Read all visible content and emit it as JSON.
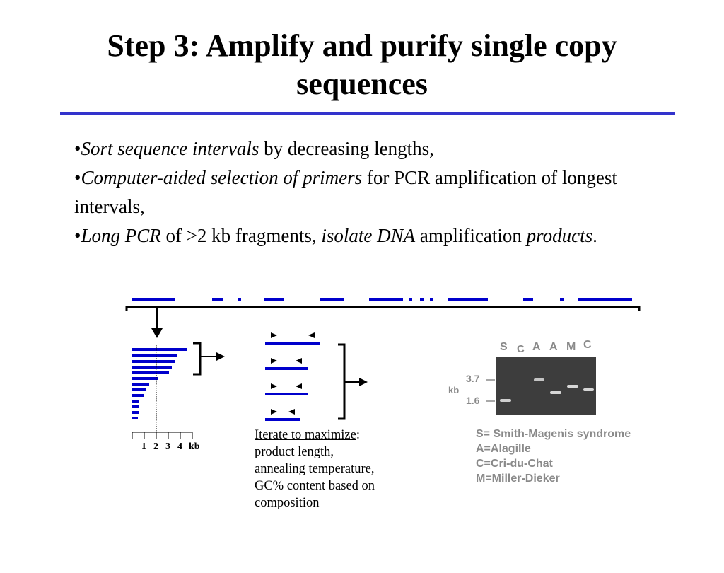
{
  "slide": {
    "title_line1": "Step 3:  Amplify and purify single copy",
    "title_line2": "sequences",
    "bullets": [
      {
        "dot": "•",
        "em": "Sort sequence intervals",
        "rest": " by decreasing lengths,"
      },
      {
        "dot": "•",
        "em": "Computer-aided selection of primers",
        "rest": " for PCR amplification of longest intervals,"
      },
      {
        "dot": "•",
        "em": "Long PCR",
        "rest1": " of >2 kb fragments, ",
        "em2": "isolate DNA",
        "rest2": " amplification ",
        "em3": "products",
        "end": "."
      }
    ]
  },
  "histogram": {
    "axis_labels": [
      "1",
      "2",
      "3",
      "4",
      "kb"
    ]
  },
  "iterate": {
    "heading": "Iterate to maximize",
    "colon": ":",
    "lines": [
      "product length,",
      "annealing temperature,",
      "GC% content based on",
      "composition"
    ]
  },
  "gel": {
    "lanes": [
      "S",
      "C",
      "A",
      "A",
      "M",
      "C"
    ],
    "marker_high": "3.7",
    "marker_low": "1.6",
    "unit": "kb",
    "key": [
      "S= Smith-Magenis syndrome",
      "A=Alagille",
      "C=Cri-du-Chat",
      "M=Miller-Dieker"
    ]
  },
  "colors": {
    "accent": "#0000cc",
    "rule": "#3333cc",
    "gel_text": "#8a8a8a"
  }
}
